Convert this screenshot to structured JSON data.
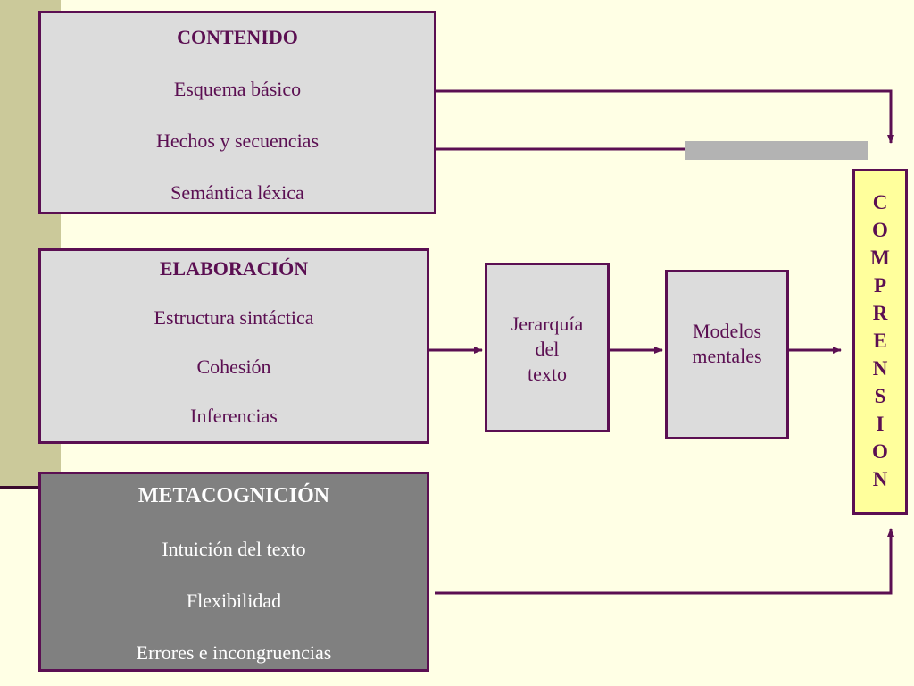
{
  "contenido": {
    "title": "CONTENIDO",
    "items": [
      "Esquema básico",
      "Hechos y secuencias",
      "Semántica léxica"
    ]
  },
  "elaboracion": {
    "title": "ELABORACIÓN",
    "items": [
      "Estructura sintáctica",
      "Cohesión",
      "Inferencias"
    ]
  },
  "metacognicion": {
    "title": "METACOGNICIÓN",
    "items": [
      "Intuición del texto",
      "Flexibilidad",
      "Errores e incongruencias"
    ]
  },
  "jerarquia": {
    "lines": [
      "Jerarquía",
      "del",
      "texto"
    ]
  },
  "modelos": {
    "lines": [
      "Modelos",
      "mentales"
    ]
  },
  "comprension": {
    "letters": [
      "C",
      "O",
      "M",
      "P",
      "R",
      "E",
      "N",
      "S",
      "I",
      "O",
      "N"
    ]
  },
  "colors": {
    "border": "#5b0f52",
    "box_fill": "#dcdcdc",
    "dark_fill": "#808080",
    "comprension_fill": "#ffff9c",
    "background": "#ffffe5",
    "stripe": "#cbc99a"
  }
}
